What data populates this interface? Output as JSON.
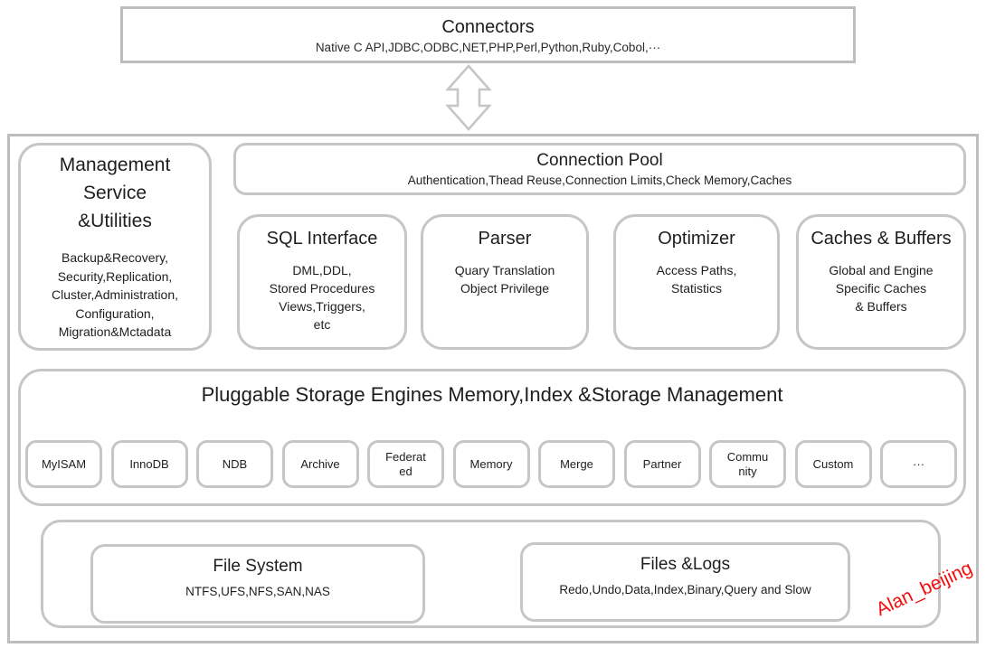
{
  "connectors": {
    "title": "Connectors",
    "subtitle": "Native C API,JDBC,ODBC,NET,PHP,Perl,Python,Ruby,Cobol,···"
  },
  "management": {
    "title": "Management\nService\n&Utilities",
    "body": "Backup&Recovery,\nSecurity,Replication,\nCluster,Administration,\nConfiguration,\nMigration&Mctadata"
  },
  "connection_pool": {
    "title": "Connection Pool",
    "subtitle": "Authentication,Thead Reuse,Connection Limits,Check Memory,Caches"
  },
  "middle_boxes": [
    {
      "title": "SQL Interface",
      "body": "DML,DDL,\nStored Procedures\nViews,Triggers,\netc"
    },
    {
      "title": "Parser",
      "body": "Quary Translation\nObject Privilege"
    },
    {
      "title": "Optimizer",
      "body": "Access Paths,\nStatistics"
    },
    {
      "title": "Caches & Buffers",
      "body": "Global and Engine\nSpecific Caches\n& Buffers"
    }
  ],
  "storage": {
    "title": "Pluggable Storage Engines Memory,Index &Storage Management",
    "engines": [
      "MyISAM",
      "InnoDB",
      "NDB",
      "Archive",
      "Federat\ned",
      "Memory",
      "Merge",
      "Partner",
      "Commu\nnity",
      "Custom",
      "···"
    ]
  },
  "files_section": {
    "file_system": {
      "title": "File System",
      "subtitle": "NTFS,UFS,NFS,SAN,NAS"
    },
    "files_logs": {
      "title": "Files &Logs",
      "subtitle": "Redo,Undo,Data,Index,Binary,Query and Slow"
    }
  },
  "watermark": {
    "text": "Alan_beijing",
    "color": "#f30d0d"
  },
  "colors": {
    "border_gray": "#bdbdbd",
    "text": "#1e1e1e"
  }
}
